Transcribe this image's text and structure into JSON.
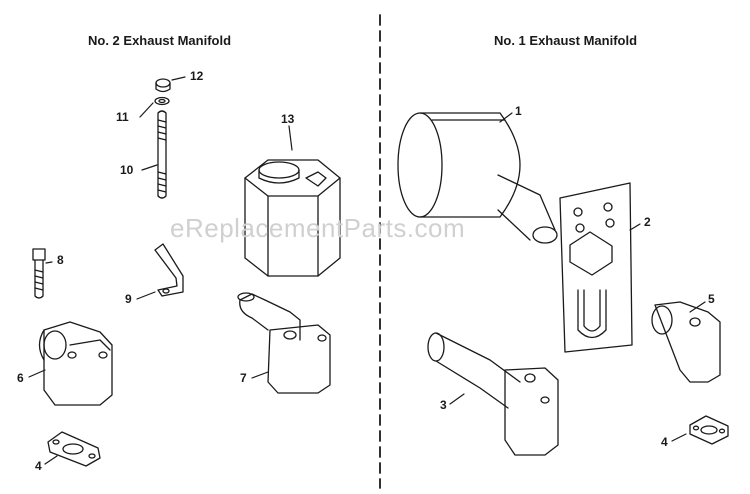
{
  "headings": {
    "left": "No. 2 Exhaust Manifold",
    "right": "No. 1 Exhaust Manifold"
  },
  "watermark": "eReplacementParts.com",
  "parts": [
    {
      "id": "p12",
      "label": "12"
    },
    {
      "id": "p11",
      "label": "11"
    },
    {
      "id": "p10",
      "label": "10"
    },
    {
      "id": "p13",
      "label": "13"
    },
    {
      "id": "p8",
      "label": "8"
    },
    {
      "id": "p9",
      "label": "9"
    },
    {
      "id": "p6",
      "label": "6"
    },
    {
      "id": "p7",
      "label": "7"
    },
    {
      "id": "p4a",
      "label": "4"
    },
    {
      "id": "p1",
      "label": "1"
    },
    {
      "id": "p2",
      "label": "2"
    },
    {
      "id": "p3",
      "label": "3"
    },
    {
      "id": "p5",
      "label": "5"
    },
    {
      "id": "p4b",
      "label": "4"
    }
  ],
  "colors": {
    "ink": "#1a1a1a",
    "watermark": "#d0d0d0"
  }
}
